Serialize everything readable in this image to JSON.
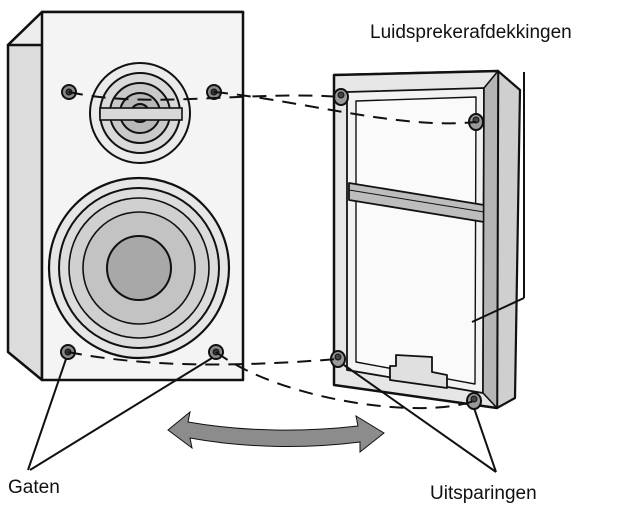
{
  "labels": {
    "speaker_covers": "Luidsprekerafdekkingen",
    "holes": "Gaten",
    "recesses": "Uitsparingen"
  },
  "colors": {
    "line": "#111111",
    "light_fill": "#e8e8e8",
    "mid_fill": "#c8c8c8",
    "dark_fill": "#9a9a9a",
    "arrow_fill": "#8c8c8c"
  }
}
